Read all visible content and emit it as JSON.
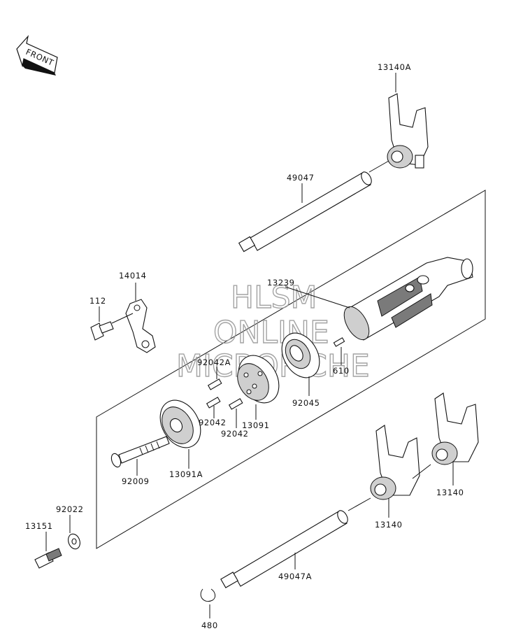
{
  "front_badge": "FRONT",
  "watermark": {
    "line1": "HLSM",
    "line2": "ONLINE",
    "line3": "MICROFICHE"
  },
  "parts": [
    {
      "id": "p-13140A",
      "label": "13140A"
    },
    {
      "id": "p-49047",
      "label": "49047"
    },
    {
      "id": "p-14014",
      "label": "14014"
    },
    {
      "id": "p-112",
      "label": "112"
    },
    {
      "id": "p-13239",
      "label": "13239"
    },
    {
      "id": "p-92042A",
      "label": "92042A"
    },
    {
      "id": "p-610",
      "label": "610"
    },
    {
      "id": "p-92045",
      "label": "92045"
    },
    {
      "id": "p-92042a",
      "label": "92042"
    },
    {
      "id": "p-13091",
      "label": "13091"
    },
    {
      "id": "p-92042b",
      "label": "92042"
    },
    {
      "id": "p-92009",
      "label": "92009"
    },
    {
      "id": "p-13091A",
      "label": "13091A"
    },
    {
      "id": "p-92022",
      "label": "92022"
    },
    {
      "id": "p-13151",
      "label": "13151"
    },
    {
      "id": "p-13140a",
      "label": "13140"
    },
    {
      "id": "p-13140b",
      "label": "13140"
    },
    {
      "id": "p-49047A",
      "label": "49047A"
    },
    {
      "id": "p-480",
      "label": "480"
    }
  ]
}
